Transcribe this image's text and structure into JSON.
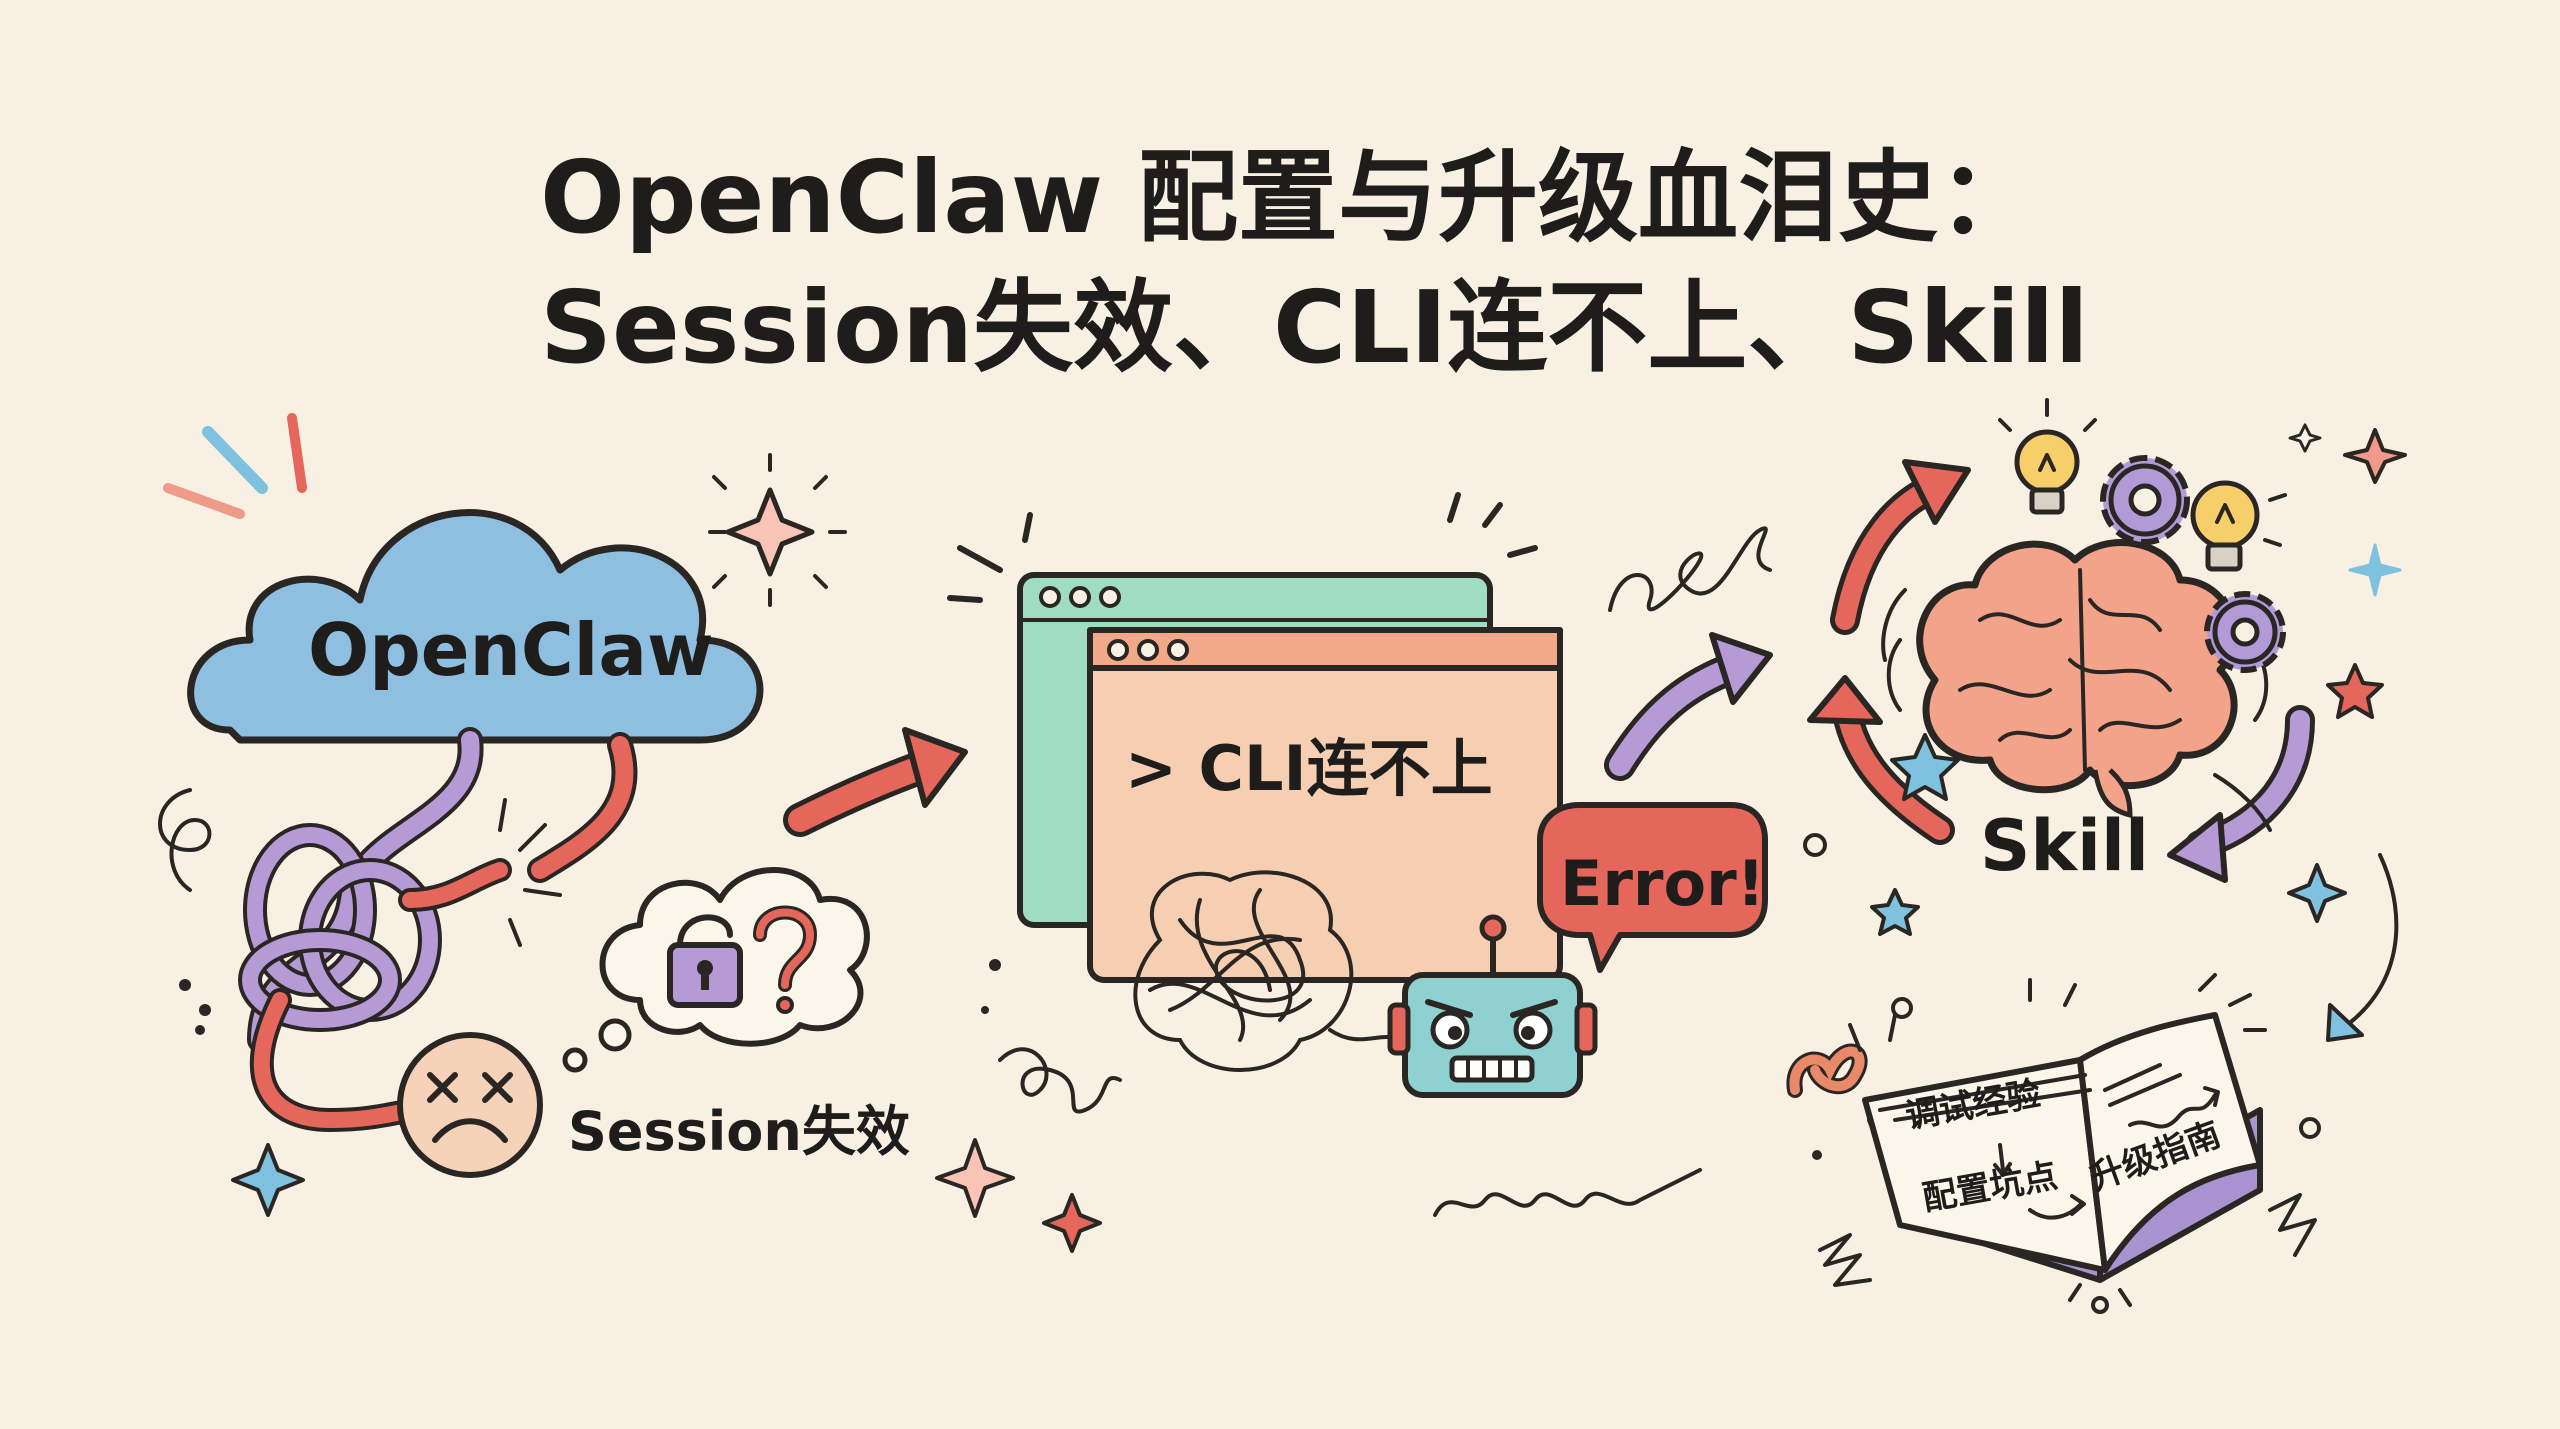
{
  "title": {
    "line1": "OpenClaw 配置与升级血泪史：",
    "line2": "Session失效、CLI连不上、Skill"
  },
  "left_panel": {
    "cloud_label": "OpenClaw",
    "caption": "Session失效",
    "icons": [
      "cloud-icon",
      "tangled-cable-icon",
      "unlocked-padlock-icon",
      "question-mark-icon",
      "sad-face-icon"
    ]
  },
  "middle_panel": {
    "terminal_text": "> CLI连不上",
    "error_bubble": "Error!",
    "icons": [
      "terminal-window-icon",
      "scribble-knot-icon",
      "angry-robot-icon"
    ]
  },
  "right_panel": {
    "brain_label": "Skill",
    "book_left_top": "调试经验",
    "book_left_bottom": "配置坑点",
    "book_right": "升级指南",
    "icons": [
      "brain-icon",
      "gear-icon",
      "lightbulb-icon",
      "open-book-icon",
      "trend-chart-icon"
    ]
  },
  "colors": {
    "background": "#f8f1e3",
    "ink": "#2a2623",
    "cloud_blue": "#8fbfe0",
    "cable_purple": "#b59ad6",
    "cable_red": "#e5665b",
    "terminal_green": "#9fdcc0",
    "terminal_peach": "#f6cfb2",
    "terminal_header": "#f2a98a",
    "error_red": "#e5665b",
    "robot_teal": "#8fd0d0",
    "brain_pink": "#f3a38a",
    "gear_purple": "#b29ad6",
    "bulb_yellow": "#f6cf6b",
    "book_cover": "#a892cf",
    "arrow_red": "#e5665b",
    "arrow_purple": "#b59ad6",
    "star_blue": "#7ec2e0",
    "star_pink": "#f09a8a",
    "star_red": "#e5665b"
  }
}
